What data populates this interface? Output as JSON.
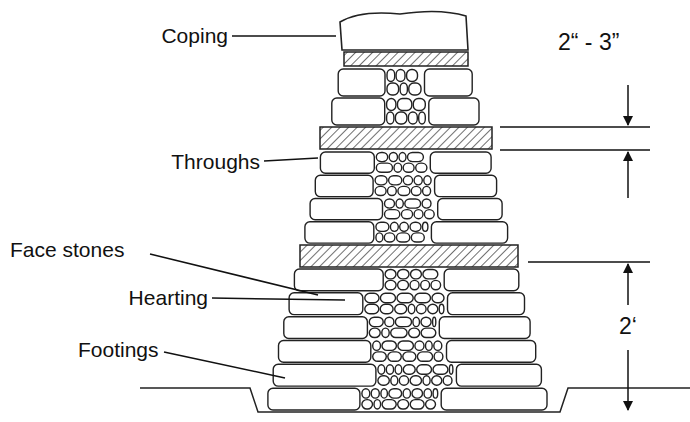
{
  "diagram": {
    "labels": [
      "Coping",
      "Throughs",
      "Face stones",
      "Hearting",
      "Footings",
      "2“ - 3”",
      "2‘"
    ]
  }
}
